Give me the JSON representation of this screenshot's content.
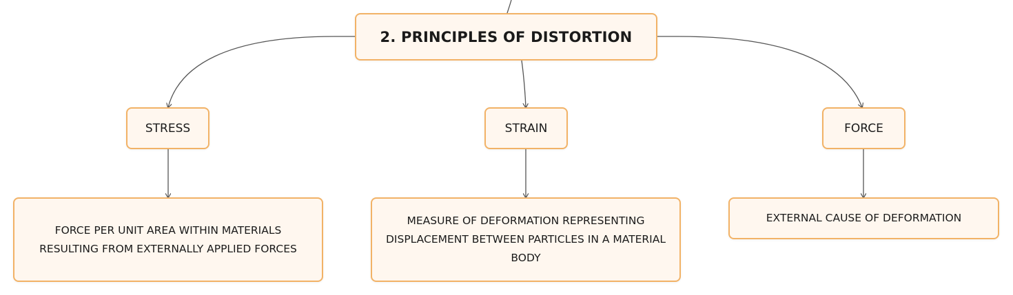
{
  "diagram": {
    "root": {
      "label": "2. PRINCIPLES OF DISTORTION"
    },
    "topics": [
      {
        "label": "STRESS",
        "detail": {
          "lines": [
            "FORCE PER UNIT AREA WITHIN MATERIALS",
            "RESULTING FROM EXTERNALLY APPLIED FORCES"
          ]
        }
      },
      {
        "label": "STRAIN",
        "detail": {
          "lines": [
            "MEASURE OF DEFORMATION REPRESENTING",
            "DISPLACEMENT BETWEEN PARTICLES IN A MATERIAL",
            "BODY"
          ]
        }
      },
      {
        "label": "FORCE",
        "detail": {
          "lines": [
            "EXTERNAL CAUSE OF DEFORMATION"
          ]
        }
      }
    ],
    "colors": {
      "node_fill": "#fff7ef",
      "node_border": "#f2b266",
      "connector": "#555555",
      "text": "#1a1a1a"
    }
  }
}
